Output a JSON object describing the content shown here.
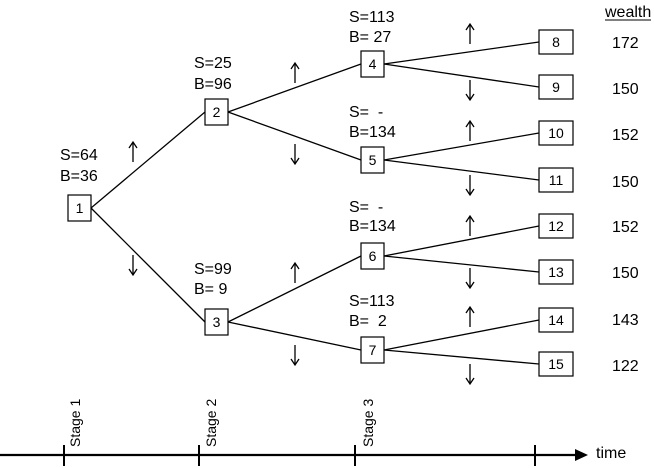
{
  "header": {
    "wealth_label": "wealth"
  },
  "timeline": {
    "time_label": "time",
    "stages": [
      "Stage 1",
      "Stage 2",
      "Stage 3"
    ]
  },
  "nodes": [
    {
      "id": "1"
    },
    {
      "id": "2"
    },
    {
      "id": "3"
    },
    {
      "id": "4"
    },
    {
      "id": "5"
    },
    {
      "id": "6"
    },
    {
      "id": "7"
    },
    {
      "id": "8"
    },
    {
      "id": "9"
    },
    {
      "id": "10"
    },
    {
      "id": "11"
    },
    {
      "id": "12"
    },
    {
      "id": "13"
    },
    {
      "id": "14"
    },
    {
      "id": "15"
    }
  ],
  "labels": [
    {
      "node": "1",
      "s": "S=64",
      "b": "B=36"
    },
    {
      "node": "2",
      "s": "S=25",
      "b": "B=96"
    },
    {
      "node": "3",
      "s": "S=99",
      "b": "B= 9"
    },
    {
      "node": "4",
      "s": "S=113",
      "b": "B= 27"
    },
    {
      "node": "5",
      "s": "S=  -",
      "b": "B=134"
    },
    {
      "node": "6",
      "s": "S=  -",
      "b": "B=134"
    },
    {
      "node": "7",
      "s": "S=113",
      "b": "B=  2"
    }
  ],
  "wealth": [
    "172",
    "150",
    "152",
    "150",
    "152",
    "150",
    "143",
    "122"
  ]
}
